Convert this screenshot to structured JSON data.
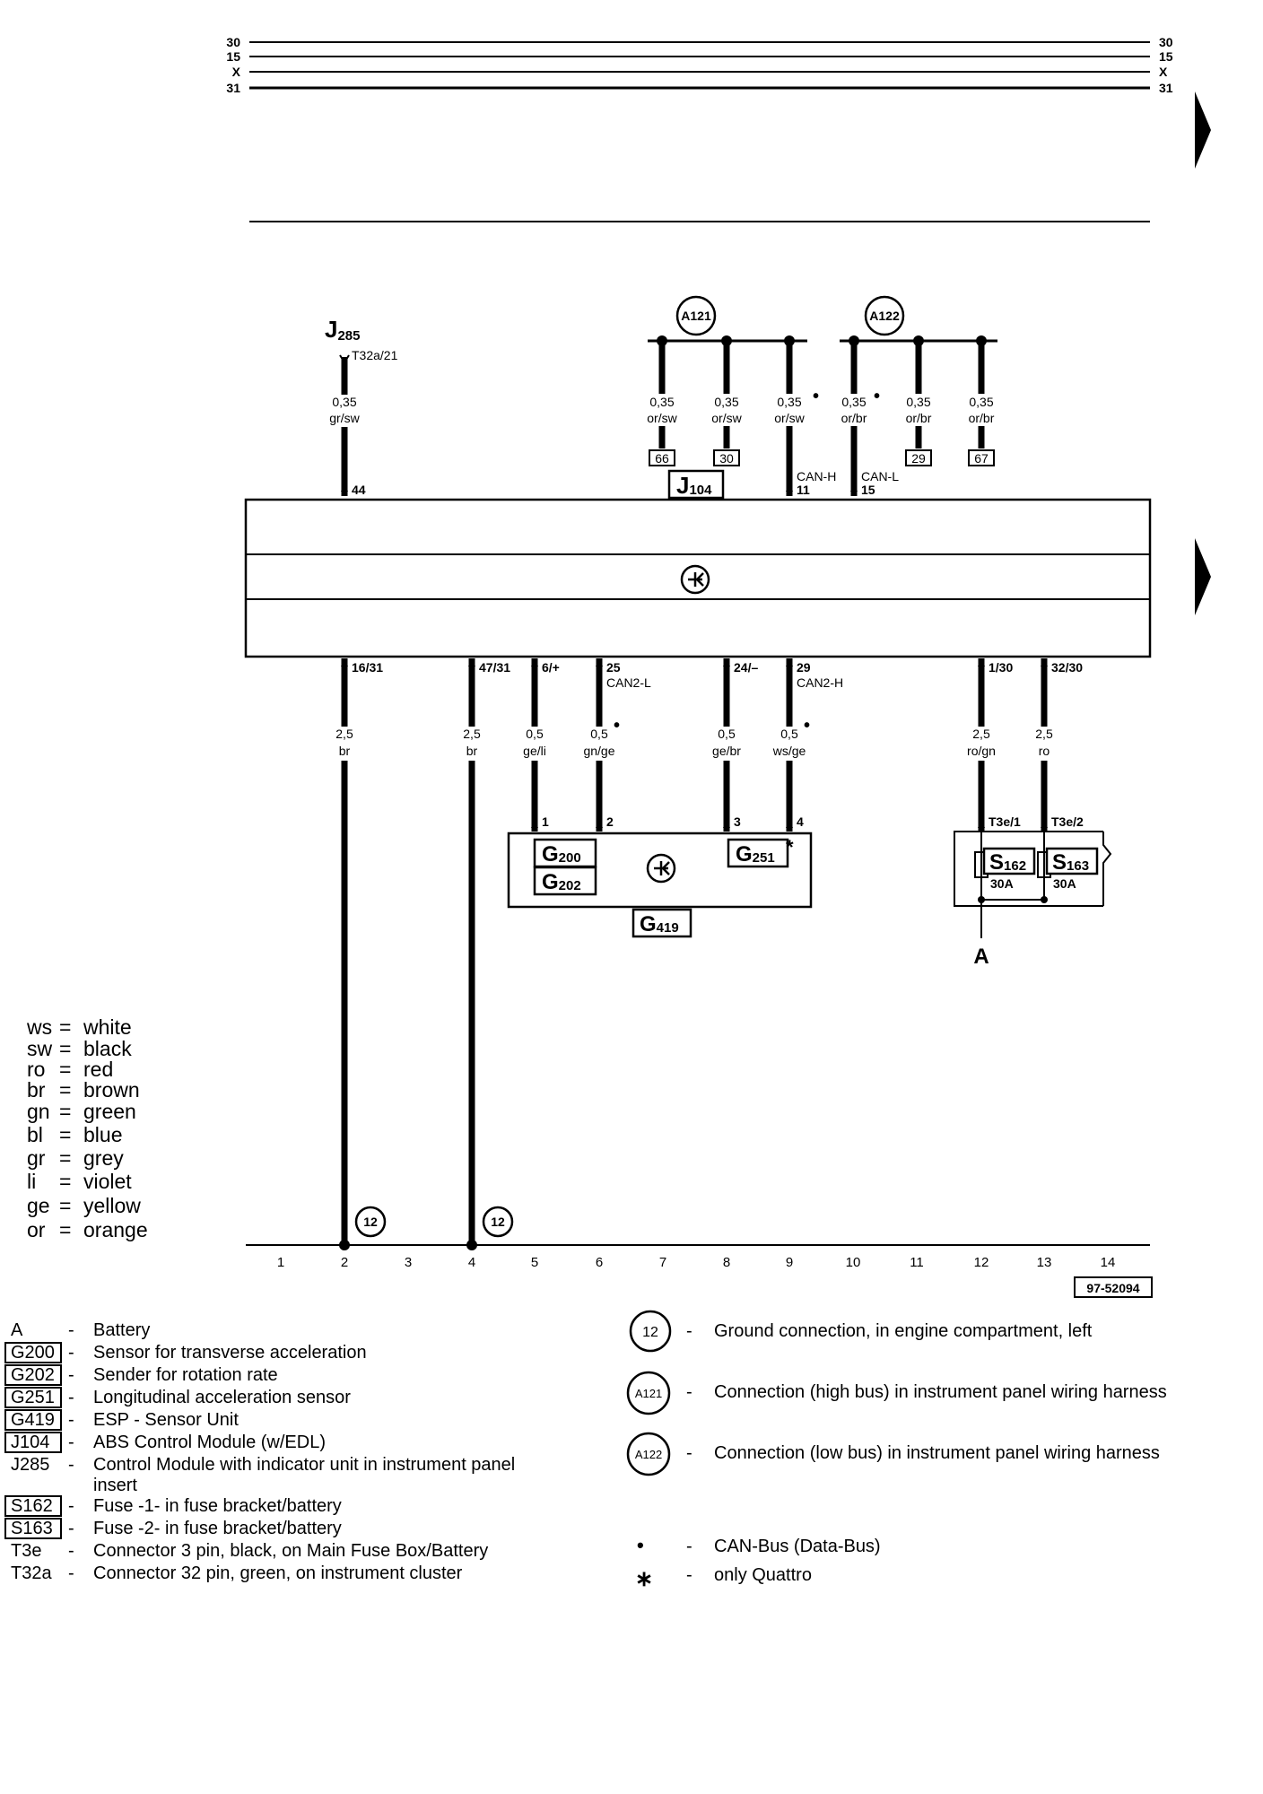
{
  "rails": {
    "top_labels": [
      "30",
      "15",
      "X",
      "31"
    ]
  },
  "wires": [
    {
      "id": "j285",
      "gauge": "0,35",
      "color": "gr/sw"
    },
    {
      "id": "w66",
      "gauge": "0,35",
      "color": "or/sw",
      "box": "66"
    },
    {
      "id": "w30",
      "gauge": "0,35",
      "color": "or/sw",
      "box": "30"
    },
    {
      "id": "canh",
      "gauge": "0,35",
      "color": "or/sw",
      "can": "CAN-H",
      "pin": "11"
    },
    {
      "id": "canl",
      "gauge": "0,35",
      "color": "or/br",
      "can": "CAN-L",
      "pin": "15"
    },
    {
      "id": "w29",
      "gauge": "0,35",
      "color": "or/br",
      "box": "29"
    },
    {
      "id": "w67",
      "gauge": "0,35",
      "color": "or/br",
      "box": "67"
    },
    {
      "id": "c2",
      "gauge": "2,5",
      "color": "br",
      "pin": "16/31"
    },
    {
      "id": "c4",
      "gauge": "2,5",
      "color": "br",
      "pin": "47/31"
    },
    {
      "id": "c5",
      "gauge": "0,5",
      "color": "ge/li",
      "pin": "6/+",
      "gpin": "1"
    },
    {
      "id": "c6",
      "gauge": "0,5",
      "color": "gn/ge",
      "pin": "25",
      "can": "CAN2-L",
      "gpin": "2"
    },
    {
      "id": "c8",
      "gauge": "0,5",
      "color": "ge/br",
      "pin": "24/–",
      "gpin": "3"
    },
    {
      "id": "c9",
      "gauge": "0,5",
      "color": "ws/ge",
      "pin": "29",
      "can": "CAN2-H",
      "gpin": "4"
    },
    {
      "id": "c12",
      "gauge": "2,5",
      "color": "ro/gn",
      "pin": "1/30",
      "conn": "T3e/1"
    },
    {
      "id": "c13",
      "gauge": "2,5",
      "color": "ro",
      "pin": "32/30",
      "conn": "T3e/2"
    }
  ],
  "diagram": {
    "j285": {
      "main": "J",
      "sub": "285",
      "connector": "T32a/21",
      "pin": "44"
    },
    "j104": {
      "main": "J",
      "sub": "104"
    },
    "g200": {
      "main": "G",
      "sub": "200"
    },
    "g202": {
      "main": "G",
      "sub": "202"
    },
    "g251": {
      "main": "G",
      "sub": "251",
      "star": "*"
    },
    "g419": {
      "main": "G",
      "sub": "419"
    },
    "s162": {
      "main": "S",
      "sub": "162",
      "rating": "30A"
    },
    "s163": {
      "main": "S",
      "sub": "163",
      "rating": "30A"
    },
    "battery": "A",
    "a121": "A121",
    "a122": "A122",
    "ground": "12",
    "dot": "•"
  },
  "columns": [
    "1",
    "2",
    "3",
    "4",
    "5",
    "6",
    "7",
    "8",
    "9",
    "10",
    "11",
    "12",
    "13",
    "14"
  ],
  "ref_number": "97-52094",
  "color_key": [
    {
      "code": "ws",
      "name": "white"
    },
    {
      "code": "sw",
      "name": "black"
    },
    {
      "code": "ro",
      "name": "red"
    },
    {
      "code": "br",
      "name": "brown"
    },
    {
      "code": "gn",
      "name": "green"
    },
    {
      "code": "bl",
      "name": "blue"
    },
    {
      "code": "gr",
      "name": "grey"
    },
    {
      "code": "li",
      "name": "violet"
    },
    {
      "code": "ge",
      "name": "yellow"
    },
    {
      "code": "or",
      "name": "orange"
    }
  ],
  "legend_left": [
    {
      "code": "A",
      "boxed": false,
      "desc": "Battery"
    },
    {
      "code": "G200",
      "boxed": true,
      "desc": "Sensor for transverse acceleration"
    },
    {
      "code": "G202",
      "boxed": true,
      "desc": "Sender for rotation rate"
    },
    {
      "code": "G251",
      "boxed": true,
      "desc": "Longitudinal acceleration sensor"
    },
    {
      "code": "G419",
      "boxed": true,
      "desc": "ESP - Sensor Unit"
    },
    {
      "code": "J104",
      "boxed": true,
      "desc": "ABS Control Module (w/EDL)"
    },
    {
      "code": "J285",
      "boxed": false,
      "desc": "Control Module with indicator unit in instrument panel",
      "desc2": "insert"
    },
    {
      "code": "S162",
      "boxed": true,
      "desc": "Fuse -1- in fuse bracket/battery"
    },
    {
      "code": "S163",
      "boxed": true,
      "desc": "Fuse -2- in fuse bracket/battery"
    },
    {
      "code": "T3e",
      "boxed": false,
      "desc": "Connector 3 pin, black, on Main Fuse Box/Battery"
    },
    {
      "code": "T32a",
      "boxed": false,
      "desc": "Connector 32 pin, green, on instrument cluster"
    }
  ],
  "legend_right": [
    {
      "symbol": "12",
      "desc": "Ground connection, in engine compartment, left"
    },
    {
      "symbol": "A121",
      "desc": "Connection (high bus) in instrument panel wiring harness"
    },
    {
      "symbol": "A122",
      "desc": "Connection (low bus) in instrument panel wiring harness"
    },
    {
      "symbol": "•",
      "desc": "CAN-Bus (Data-Bus)"
    },
    {
      "symbol": "∗",
      "desc": "only Quattro"
    }
  ],
  "dash": "-"
}
